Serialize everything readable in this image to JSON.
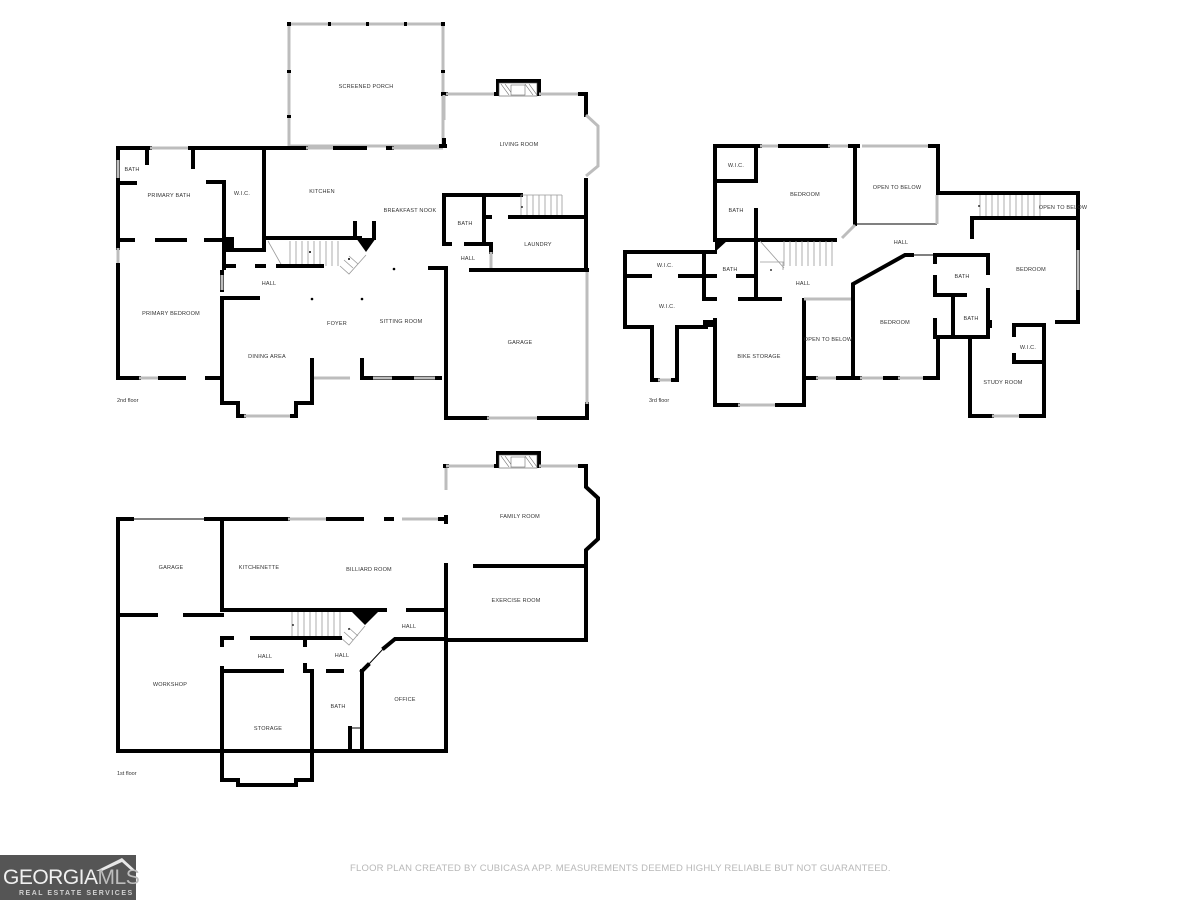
{
  "floor_plan": {
    "floors": [
      {
        "name": "2nd floor",
        "rooms": [
          "SCREENED PORCH",
          "LIVING ROOM",
          "BATH",
          "PRIMARY BATH",
          "W.I.C.",
          "KITCHEN",
          "BREAKFAST NOOK",
          "BATH",
          "LAUNDRY",
          "HALL",
          "HALL",
          "PRIMARY BEDROOM",
          "FOYER",
          "SITTING ROOM",
          "GARAGE",
          "DINING AREA"
        ]
      },
      {
        "name": "3rd floor",
        "rooms": [
          "W.I.C.",
          "BATH",
          "BEDROOM",
          "OPEN TO BELOW",
          "OPEN TO BELOW",
          "HALL",
          "W.I.C.",
          "BATH",
          "HALL",
          "BEDROOM",
          "BATH",
          "BATH",
          "W.I.C.",
          "BIKE STORAGE",
          "OPEN TO BELOW",
          "BEDROOM",
          "W.I.C.",
          "STUDY ROOM"
        ]
      },
      {
        "name": "1st floor",
        "rooms": [
          "FAMILY ROOM",
          "GARAGE",
          "KITCHENETTE",
          "BILLIARD ROOM",
          "EXERCISE ROOM",
          "HALL",
          "HALL",
          "HALL",
          "WORKSHOP",
          "BATH",
          "OFFICE",
          "STORAGE"
        ]
      }
    ]
  },
  "labels": {
    "f2": {
      "floor": "2nd floor",
      "screened_porch": "SCREENED PORCH",
      "living_room": "LIVING ROOM",
      "bath_small": "BATH",
      "primary_bath": "PRIMARY BATH",
      "wic": "W.I.C.",
      "kitchen": "KITCHEN",
      "breakfast_nook": "BREAKFAST NOOK",
      "bath_laundry": "BATH",
      "laundry": "LAUNDRY",
      "hall_laundry": "HALL",
      "hall_main": "HALL",
      "primary_bedroom": "PRIMARY BEDROOM",
      "foyer": "FOYER",
      "sitting_room": "SITTING ROOM",
      "garage": "GARAGE",
      "dining_area": "DINING AREA"
    },
    "f3": {
      "floor": "3rd floor",
      "wic_top": "W.I.C.",
      "bath_top": "BATH",
      "bedroom_nw": "BEDROOM",
      "open_below_top": "OPEN TO BELOW",
      "open_below_stair": "OPEN TO BELOW",
      "hall_top": "HALL",
      "wic_left_top": "W.I.C.",
      "bath_mid": "BATH",
      "hall_mid": "HALL",
      "bedroom_east": "BEDROOM",
      "bath_e1": "BATH",
      "bath_e2": "BATH",
      "wic_left": "W.I.C.",
      "bike_storage": "BIKE STORAGE",
      "open_below_mid": "OPEN TO BELOW",
      "bedroom_mid": "BEDROOM",
      "wic_study": "W.I.C.",
      "study_room": "STUDY ROOM"
    },
    "f1": {
      "floor": "1st floor",
      "family_room": "FAMILY ROOM",
      "garage": "GARAGE",
      "kitchenette": "KITCHENETTE",
      "billiard_room": "BILLIARD ROOM",
      "exercise_room": "EXERCISE ROOM",
      "hall_right": "HALL",
      "hall_left": "HALL",
      "hall_center": "HALL",
      "workshop": "WORKSHOP",
      "bath": "BATH",
      "office": "OFFICE",
      "storage": "STORAGE"
    }
  },
  "footer": {
    "logo_main": "GEORGIA",
    "logo_mls": "MLS",
    "logo_sub": "REAL ESTATE SERVICES",
    "disclaimer": "FLOOR PLAN CREATED BY CUBICASA APP. MEASUREMENTS DEEMED HIGHLY RELIABLE BUT NOT GUARANTEED."
  },
  "colors": {
    "wall": "#000000",
    "window": "#bdbdbd",
    "logo_bg": "#555555",
    "disclaimer_text": "#b8b8b8"
  }
}
